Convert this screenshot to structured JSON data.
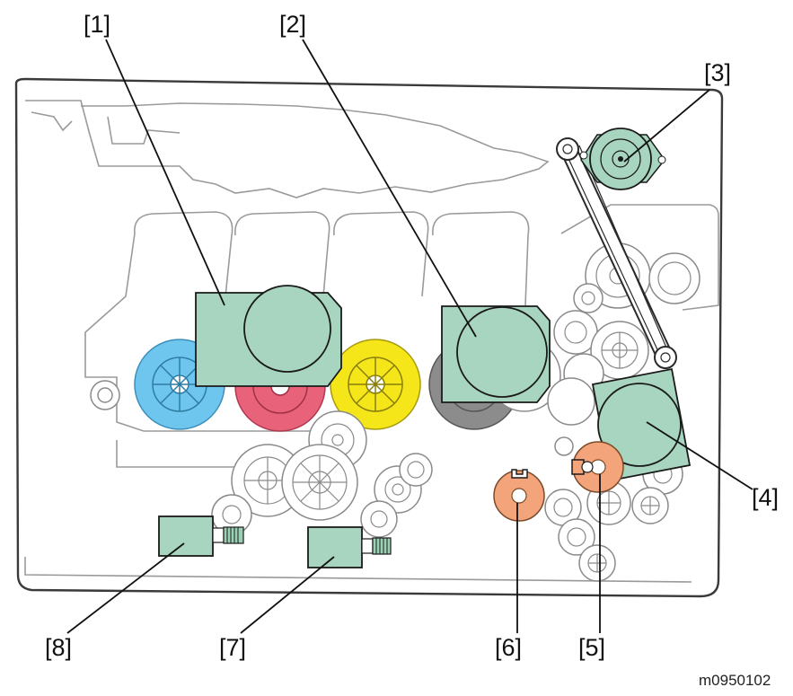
{
  "callouts": {
    "c1": "[1]",
    "c2": "[2]",
    "c3": "[3]",
    "c4": "[4]",
    "c5": "[5]",
    "c6": "[6]",
    "c7": "[7]",
    "c8": "[8]"
  },
  "figure_id": "m0950102",
  "colors": {
    "module_fill": "#a8d5bf",
    "cyan": "#6ec6ef",
    "magenta": "#e8627a",
    "yellow": "#f5e61a",
    "black_gray": "#8c8c8c",
    "clutch_orange": "#f4a47a",
    "outline": "#3a3a3a"
  }
}
